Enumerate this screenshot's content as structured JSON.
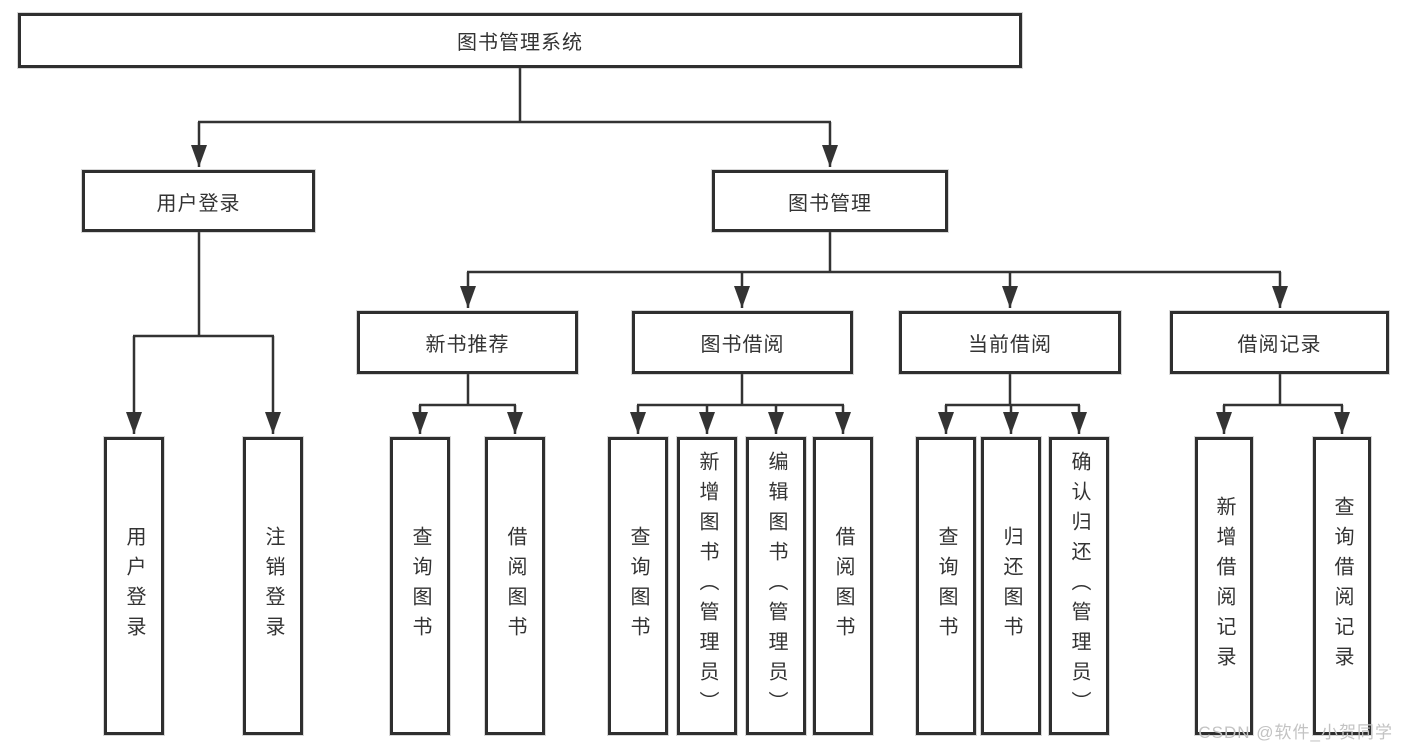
{
  "diagram": {
    "type": "hierarchy-tree",
    "tree": {
      "label": "图书管理系统",
      "children": [
        {
          "label": "用户登录",
          "children": [
            {
              "label": "用户登录"
            },
            {
              "label": "注销登录"
            }
          ]
        },
        {
          "label": "图书管理",
          "children": [
            {
              "label": "新书推荐",
              "children": [
                {
                  "label": "查询图书"
                },
                {
                  "label": "借阅图书"
                }
              ]
            },
            {
              "label": "图书借阅",
              "children": [
                {
                  "label": "查询图书"
                },
                {
                  "label": "新增图书（管理员）"
                },
                {
                  "label": "编辑图书（管理员）"
                },
                {
                  "label": "借阅图书"
                }
              ]
            },
            {
              "label": "当前借阅",
              "children": [
                {
                  "label": "查询图书"
                },
                {
                  "label": "归还图书"
                },
                {
                  "label": "确认归还（管理员）"
                }
              ]
            },
            {
              "label": "借阅记录",
              "children": [
                {
                  "label": "新增借阅记录"
                },
                {
                  "label": "查询借阅记录"
                }
              ]
            }
          ]
        }
      ]
    },
    "colors": {
      "line": "#333333",
      "box_border": "#2f2f2f",
      "text": "#333333",
      "watermark": "#c3c3c3",
      "background": "#ffffff"
    },
    "watermark": {
      "text": "CSDN @软件_小贺同学"
    }
  }
}
